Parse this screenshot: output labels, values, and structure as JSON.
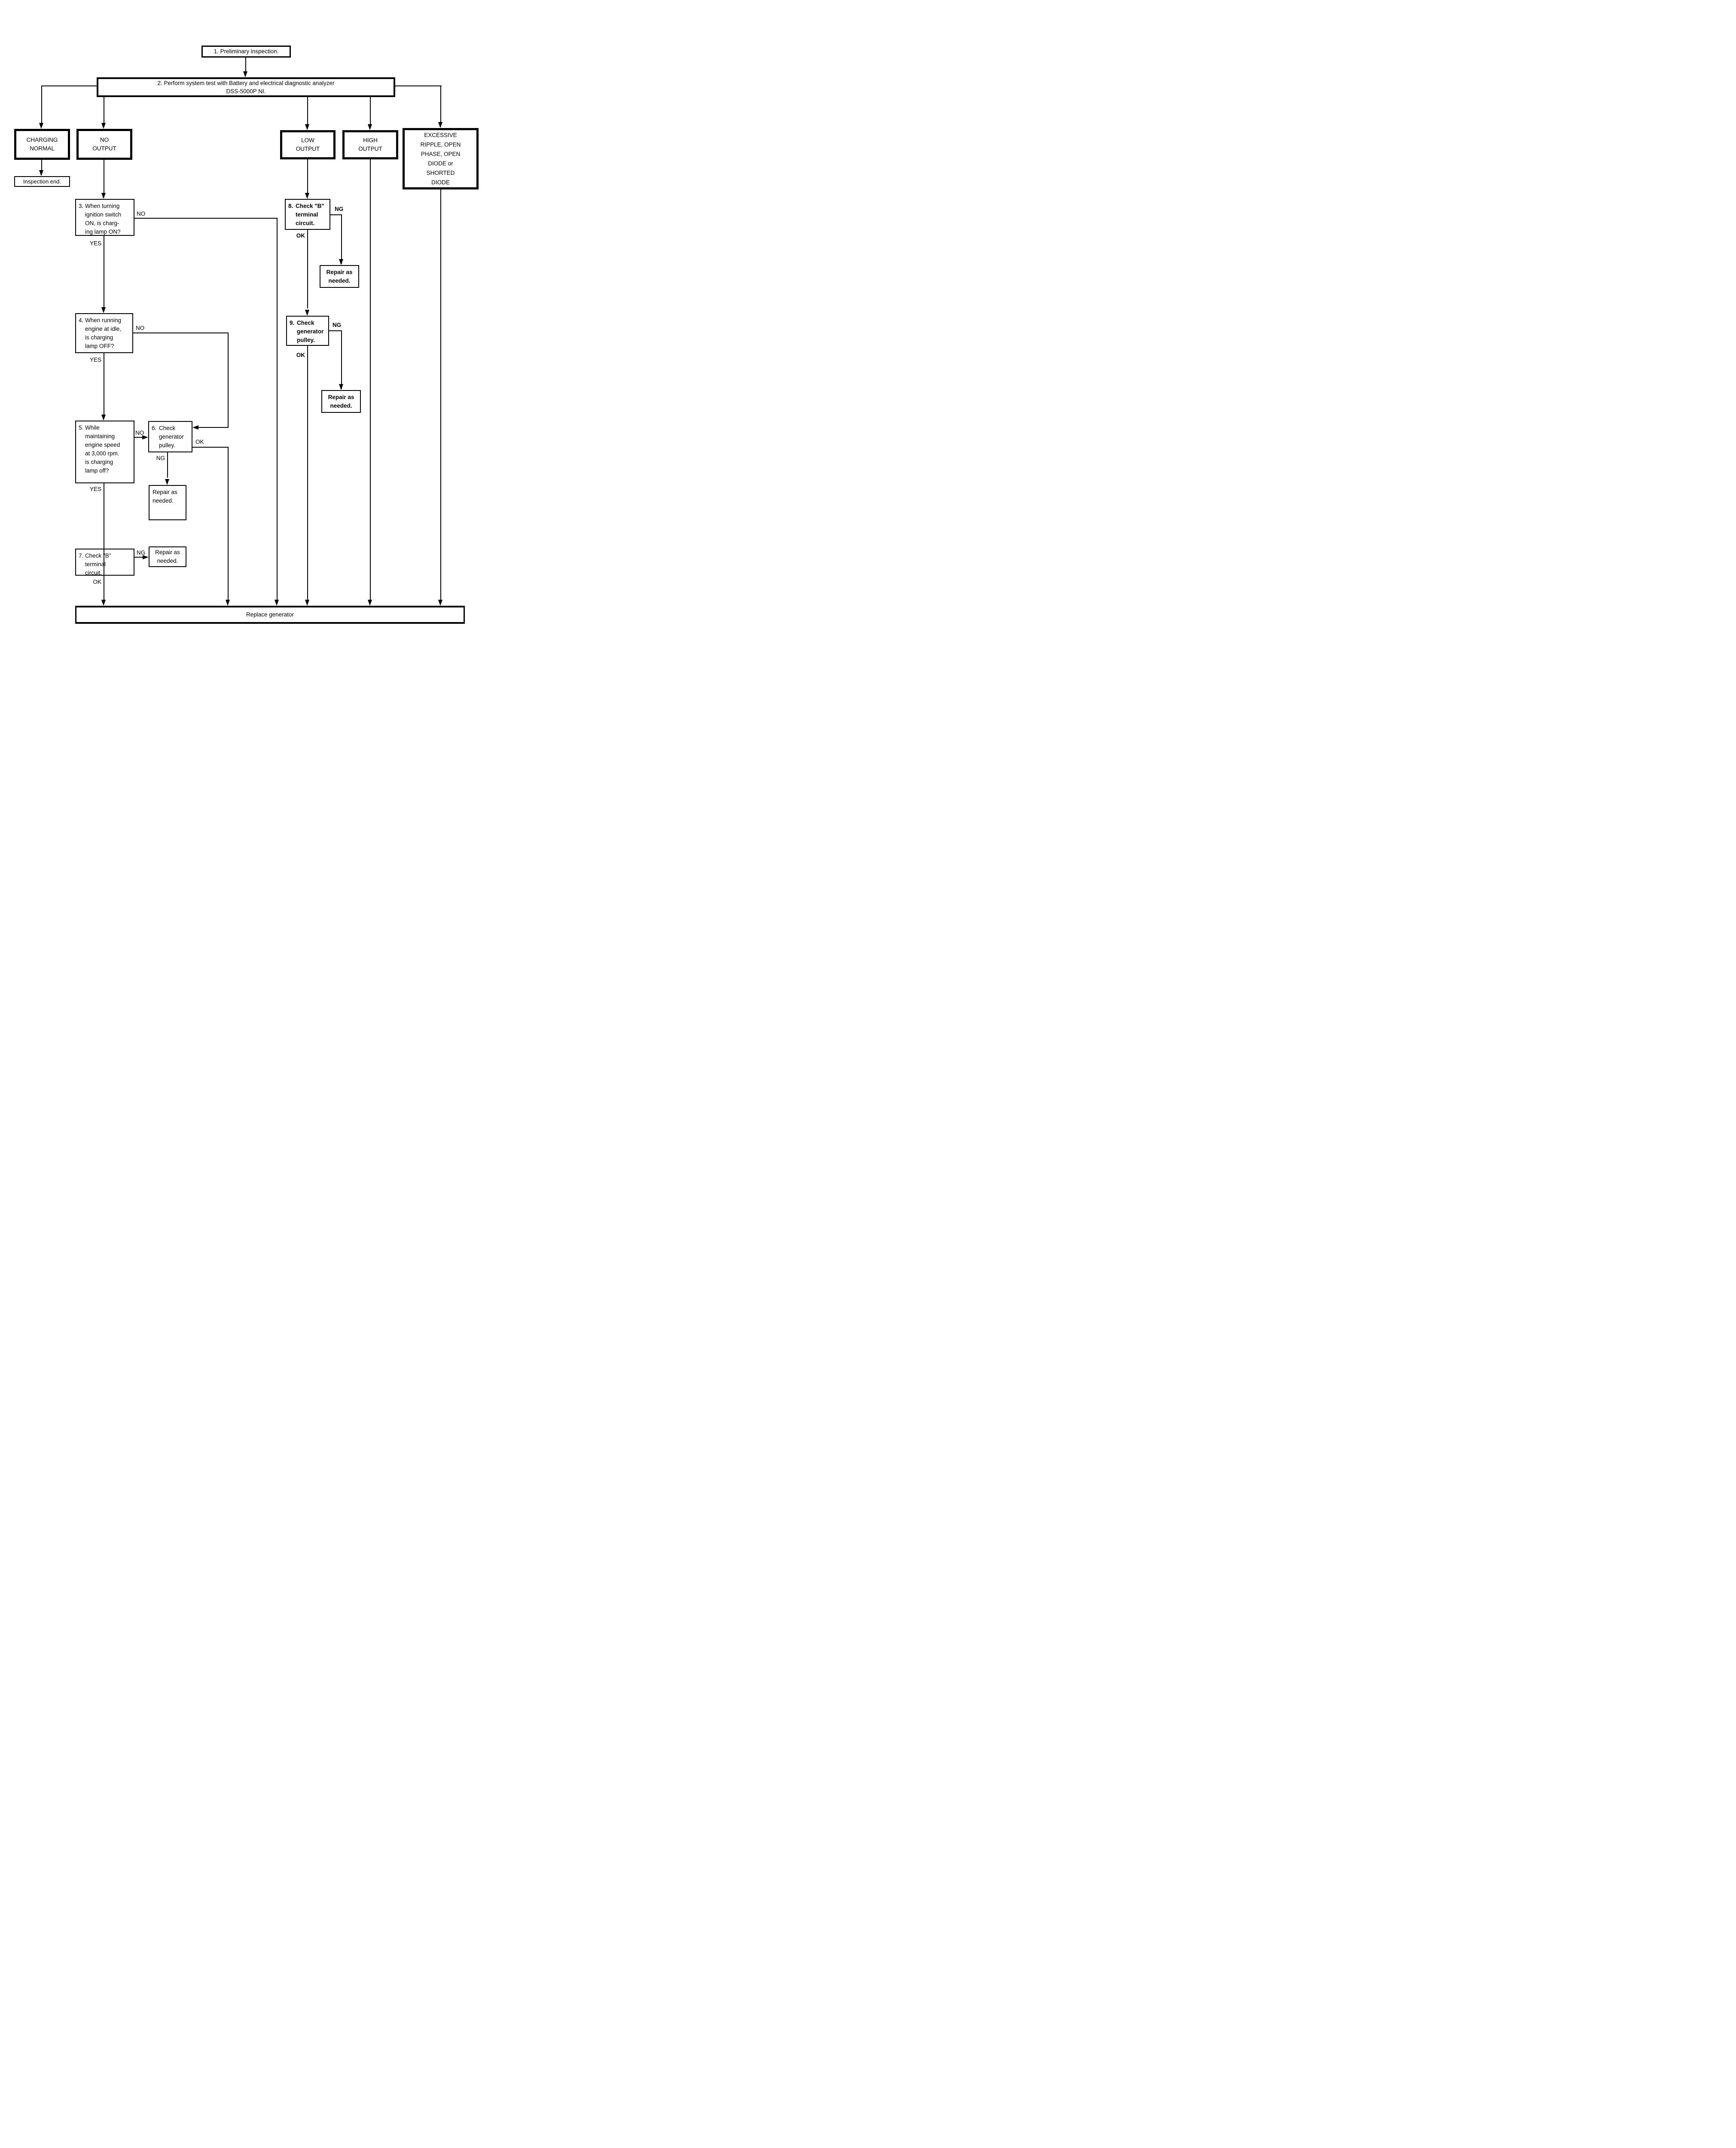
{
  "flowchart": {
    "steps": {
      "s1": "1. Preliminary inspection.",
      "s2_line1": "2. Perform system test with Battery and electrical diagnostic analyzer",
      "s2_line2": "DSS-5000P NI.",
      "s3_num": "3.",
      "s3_text": "When turning\nignition switch\nON, is charg-\ning lamp ON?",
      "s4_num": "4.",
      "s4_text": "When running\nengine at idle,\nis charging\nlamp OFF?",
      "s5_num": "5.",
      "s5_text": "While\nmaintaining\nengine speed\nat 3,000 rpm.\nis charging\nlamp off?",
      "s6_num": "6.",
      "s6_text": "Check\ngenerator\npulley.",
      "s7_num": "7.",
      "s7_text": "Check \"B\"\nterminal\ncircuit.",
      "s8_num": "8.",
      "s8_text": "Check \"B\"\nterminal\ncircuit.",
      "s9_num": "9.",
      "s9_text": "Check\ngenerator\npulley."
    },
    "outcomes": {
      "charging_normal": "CHARGING\nNORMAL",
      "no_output": "NO\nOUTPUT",
      "low_output": "LOW\nOUTPUT",
      "high_output": "HIGH\nOUTPUT",
      "excessive": "EXCESSIVE\nRIPPLE, OPEN\nPHASE, OPEN\nDIODE or\nSHORTED\nDIODE"
    },
    "terminals": {
      "inspection_end": "Inspection end.",
      "repair": "Repair as\nneeded.",
      "replace_generator": "Replace generator"
    },
    "labels": {
      "yes": "YES",
      "no": "NO",
      "ok": "OK",
      "ng": "NG"
    }
  }
}
